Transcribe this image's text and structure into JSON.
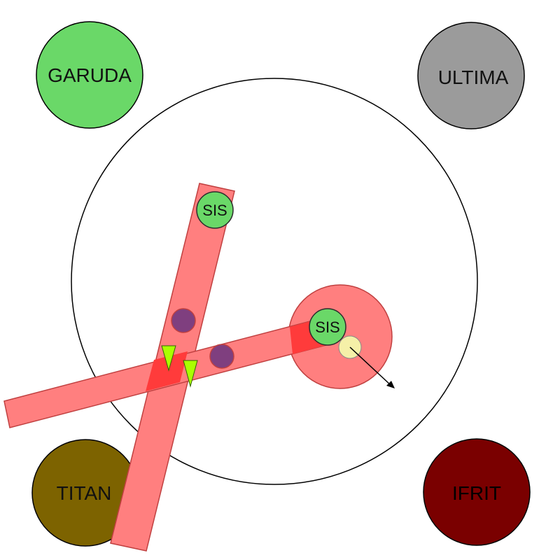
{
  "bosses": {
    "garuda": {
      "label": "GARUDA",
      "color": "#6ad868"
    },
    "ultima": {
      "label": "ULTIMA",
      "color": "#9b9b9b"
    },
    "titan": {
      "label": "TITAN",
      "color": "#7d6300"
    },
    "ifrit": {
      "label": "IFRIT",
      "color": "#7a0000"
    }
  },
  "sisters": [
    {
      "label": "SIS"
    },
    {
      "label": "SIS"
    }
  ],
  "colors": {
    "arena_stroke": "#000000",
    "beam_fill": "#ff7f7f",
    "beam_overlap": "#ff3b3b",
    "beam_stroke": "#c04040",
    "aoe_fill": "#ff7f7f",
    "player_purple": "#7f3f7f",
    "marker_green": "#aaff00",
    "cream": "#f5f0a8",
    "sis_fill": "#6ad868"
  },
  "icons": {
    "player_markers": "purple-circle",
    "triangles": "down-triangle",
    "arrow": "arrow-icon"
  }
}
